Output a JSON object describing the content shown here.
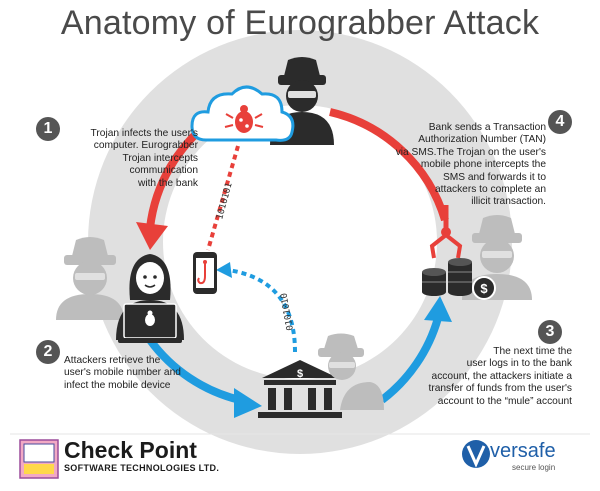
{
  "title": "Anatomy of Eurograbber Attack",
  "steps": [
    {
      "number": "1",
      "lines": [
        "Trojan infects the user's",
        "computer.  Eurograbber",
        "Trojan intercepts",
        "communication",
        "with the bank"
      ]
    },
    {
      "number": "2",
      "lines": [
        "Attackers retrieve the",
        "user's mobile number and",
        "infect the mobile device"
      ]
    },
    {
      "number": "3",
      "lines": [
        "The next time the",
        "user logs in to the bank",
        "account, the attackers initiate a",
        "transfer of funds from the user's",
        "account to the “mule” account"
      ]
    },
    {
      "number": "4",
      "lines": [
        "Bank sends a Transaction",
        "Authorization Number (TAN)",
        "via SMS.The Trojan on the user's",
        "mobile phone intercepts the",
        "SMS and forwards it to",
        "attackers to complete an",
        "illicit transaction."
      ]
    }
  ],
  "binary": {
    "stream_to_phone": "1010101",
    "stream_from_bank": "0101010"
  },
  "colors": {
    "red": "#e8403a",
    "blue": "#1f9ce0",
    "ring": "#dcdcdc",
    "gray_figure": "#bdbdbd",
    "dark_figure": "#2b2b2b"
  },
  "logos": {
    "checkpoint_name": "Check Point",
    "checkpoint_sub": "SOFTWARE TECHNOLOGIES LTD.",
    "versafe_name": "versafe",
    "versafe_tag": "secure login"
  }
}
